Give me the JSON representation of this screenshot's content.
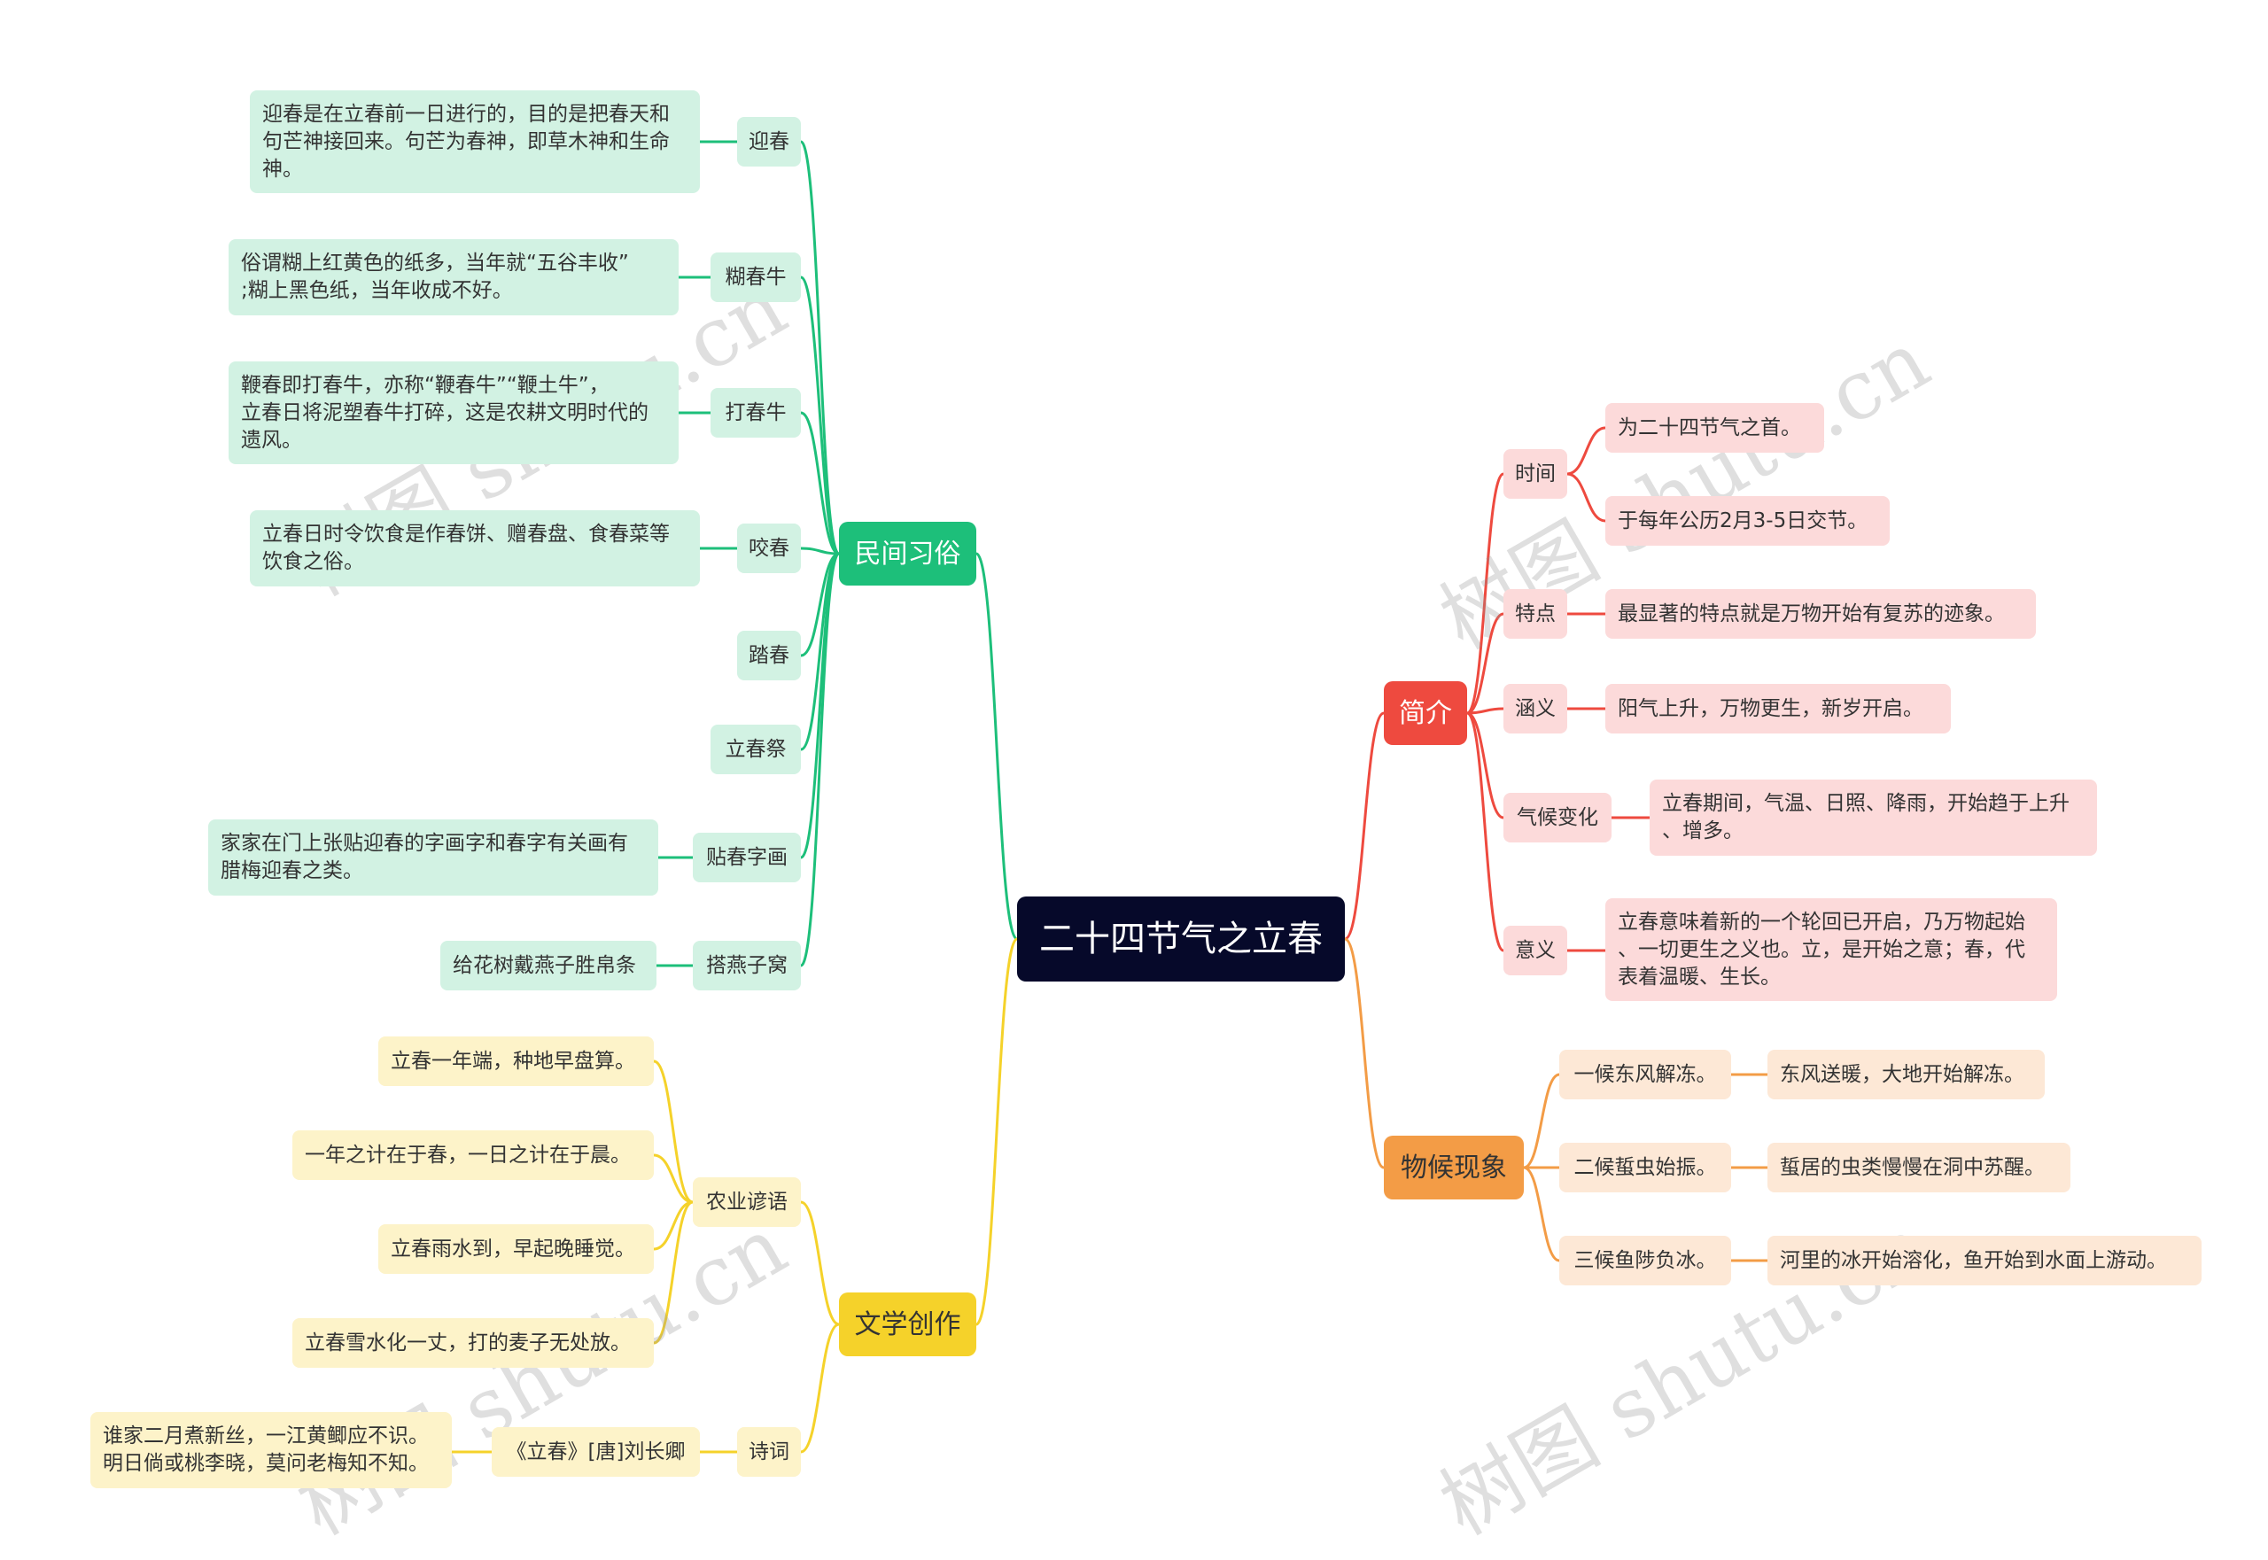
{
  "center": "二十四节气之立春",
  "branches": {
    "folk": {
      "label": "民间习俗",
      "color": "#1dbf7a",
      "items": [
        {
          "label": "迎春",
          "detail": "迎春是在立春前一日进行的，目的是把春天和\n句芒神接回来。句芒为春神，即草木神和生命\n神。"
        },
        {
          "label": "糊春牛",
          "detail": "俗谓糊上红黄色的纸多，当年就“五谷丰收”\n;糊上黑色纸，当年收成不好。"
        },
        {
          "label": "打春牛",
          "detail": "鞭春即打春牛，亦称“鞭春牛”“鞭土牛”，\n立春日将泥塑春牛打碎，这是农耕文明时代的\n遗风。"
        },
        {
          "label": "咬春",
          "detail": "立春日时令饮食是作春饼、赠春盘、食春菜等\n饮食之俗。"
        },
        {
          "label": "踏春"
        },
        {
          "label": "立春祭"
        },
        {
          "label": "贴春字画",
          "detail": "家家在门上张贴迎春的字画字和春字有关画有\n腊梅迎春之类。"
        },
        {
          "label": "搭燕子窝",
          "detail": "给花树戴燕子胜帛条"
        }
      ]
    },
    "literature": {
      "label": "文学创作",
      "color": "#f5d22a",
      "proverbs": {
        "label": "农业谚语",
        "items": [
          "立春一年端，种地早盘算。",
          "一年之计在于春，一日之计在于晨。",
          "立春雨水到，早起晚睡觉。",
          "立春雪水化一丈，打的麦子无处放。"
        ]
      },
      "poems": {
        "label": "诗词",
        "title": "《立春》[唐]刘长卿",
        "text": "谁家二月煮新丝，一江黄鲫应不识。\n明日倘或桃李晓，莫问老梅知不知。"
      }
    },
    "intro": {
      "label": "简介",
      "color": "#ee4a3f",
      "time": {
        "label": "时间",
        "items": [
          "为二十四节气之首。",
          "于每年公历2月3-5日交节。"
        ]
      },
      "feature": {
        "label": "特点",
        "detail": "最显著的特点就是万物开始有复苏的迹象。"
      },
      "meaning": {
        "label": "涵义",
        "detail": "阳气上升，万物更生，新岁开启。"
      },
      "climate": {
        "label": "气候变化",
        "detail": "立春期间，气温、日照、降雨，开始趋于上升\n、增多。"
      },
      "significance": {
        "label": "意义",
        "detail": "立春意味着新的一个轮回已开启，乃万物起始\n、一切更生之义也。立，是开始之意；春，代\n表着温暖、生长。"
      }
    },
    "phenology": {
      "label": "物候现象",
      "color": "#f39c46",
      "items": [
        {
          "label": "一候东风解冻。",
          "detail": "东风送暖，大地开始解冻。"
        },
        {
          "label": "二候蜇虫始振。",
          "detail": "蜇居的虫类慢慢在洞中苏醒。"
        },
        {
          "label": "三候鱼陟负冰。",
          "detail": "河里的冰开始溶化，鱼开始到水面上游动。"
        }
      ]
    }
  },
  "colors": {
    "green_light": "#d2f2e3",
    "red_light": "#fcdada",
    "yellow_light": "#fdf3c9",
    "orange_light": "#fde8d6",
    "center_bg": "#06092a"
  },
  "watermark": "树图 shutu.cn"
}
